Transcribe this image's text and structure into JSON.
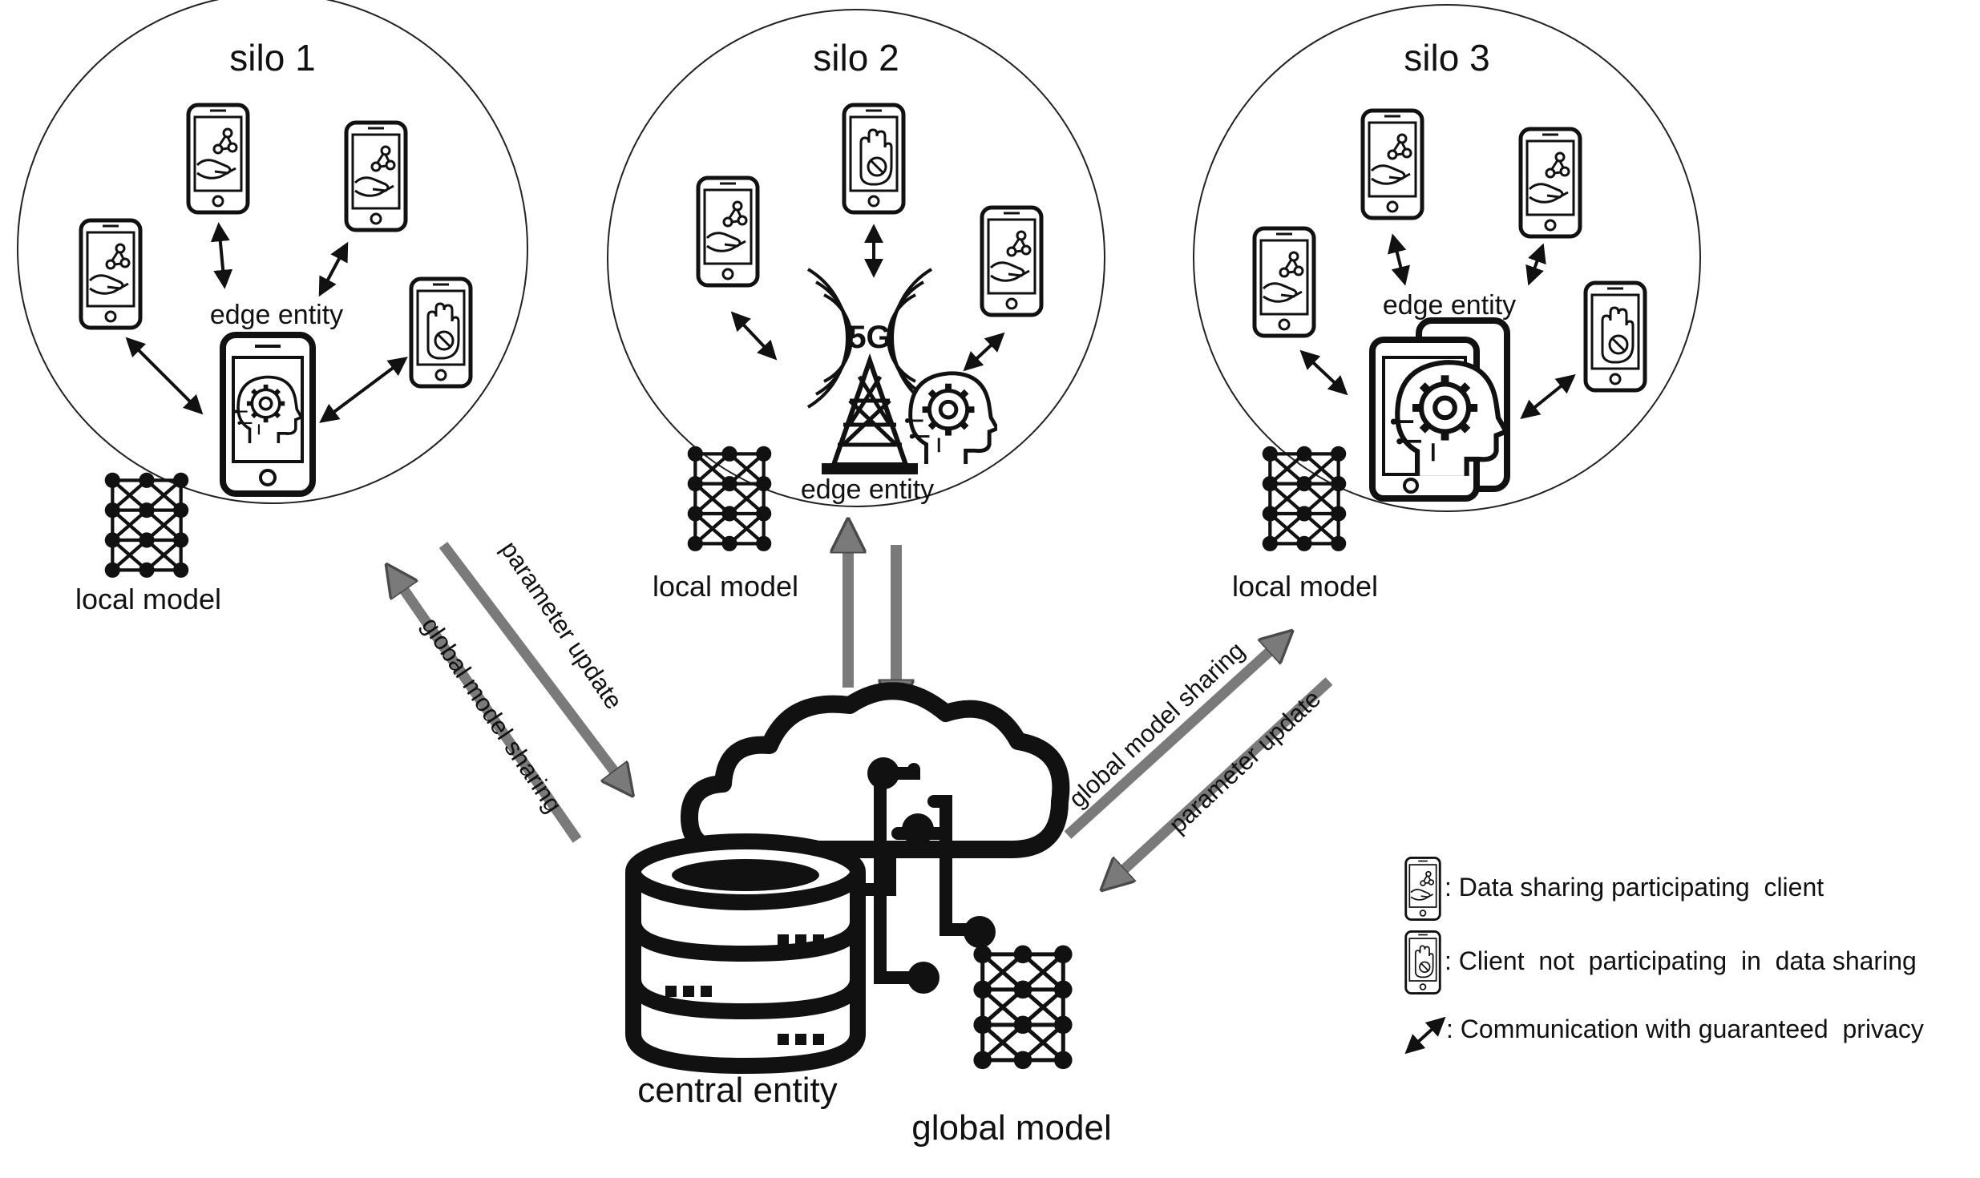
{
  "silos": [
    {
      "title": "silo 1",
      "edge_label": "edge entity",
      "model_label": "local model"
    },
    {
      "title": "silo 2",
      "edge_label": "edge entity",
      "model_label": "local model",
      "network_badge": "5G"
    },
    {
      "title": "silo 3",
      "edge_label": "edge entity",
      "model_label": "local model"
    }
  ],
  "links": {
    "left": {
      "up_label": "global model sharing",
      "down_label": "parameter update"
    },
    "right": {
      "up_label": "global model sharing",
      "down_label": "parameter update"
    }
  },
  "center": {
    "entity_label": "central entity",
    "model_label": "global model"
  },
  "legend": {
    "participating": ": Data sharing participating  client",
    "not_participating": ": Client  not  participating  in  data sharing",
    "communication": ": Communication with guaranteed  privacy"
  }
}
